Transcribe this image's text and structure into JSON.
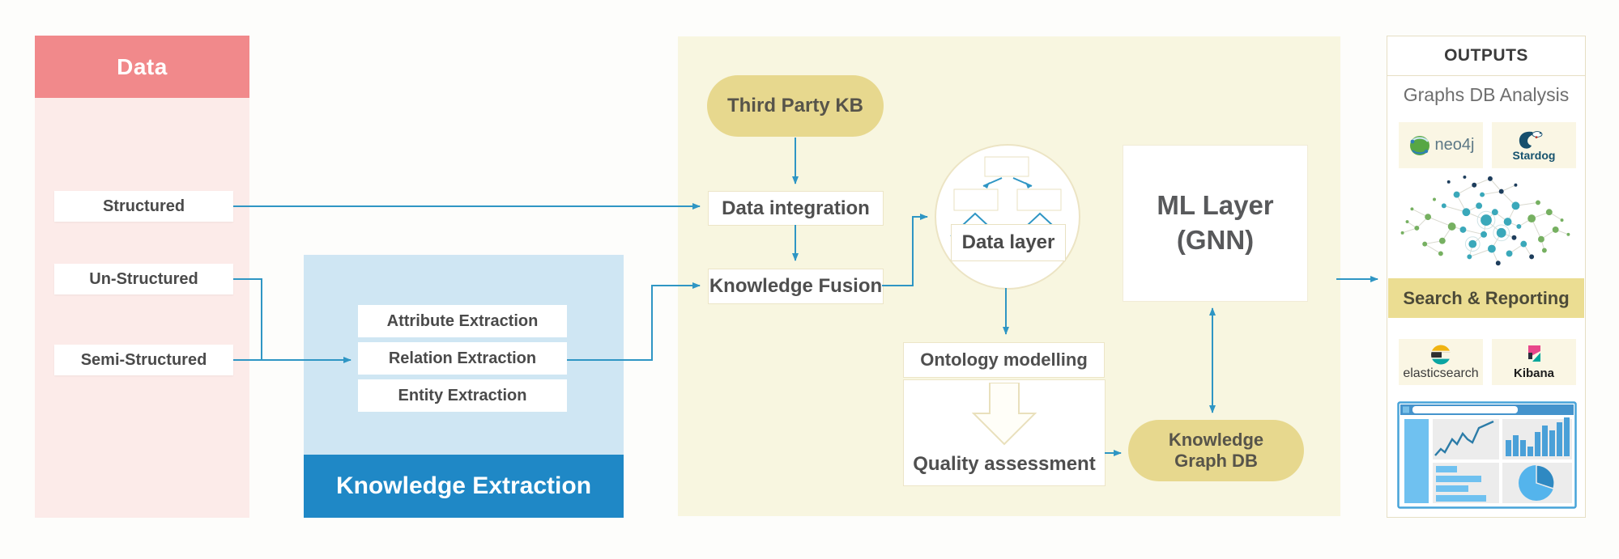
{
  "data_panel": {
    "title": "Data",
    "sources": [
      {
        "label": "Structured"
      },
      {
        "label": "Un-Structured"
      },
      {
        "label": "Semi-Structured"
      }
    ]
  },
  "knowledge_extraction": {
    "title": "Knowledge Extraction",
    "steps": [
      {
        "label": "Attribute Extraction"
      },
      {
        "label": "Relation Extraction"
      },
      {
        "label": "Entity Extraction"
      }
    ]
  },
  "pipeline": {
    "third_party_kb": "Third Party KB",
    "data_integration": "Data integration",
    "knowledge_fusion": "Knowledge Fusion",
    "data_layer": "Data layer",
    "ontology_modelling": "Ontology modelling",
    "quality_assessment": "Quality assessment",
    "ml_layer": {
      "line1": "ML Layer",
      "line2": "(GNN)"
    },
    "knowledge_graph_db": {
      "line1": "Knowledge",
      "line2": "Graph DB"
    }
  },
  "outputs": {
    "title": "OUTPUTS",
    "graphs_db_section": "Graphs DB Analysis",
    "search_reporting_section": "Search & Reporting",
    "logos": {
      "neo4j": "neo4j",
      "stardog": "Stardog",
      "elasticsearch": "elasticsearch",
      "kibana": "Kibana"
    }
  },
  "colors": {
    "data_header": "#f1898b",
    "data_body": "#fcebe9",
    "ke_body": "#cfe6f3",
    "ke_footer": "#1f88c6",
    "middle_background": "#f8f6e0",
    "pill_yellow": "#e7d88e",
    "arrow_blue": "#2f96c4",
    "search_band": "#ebdd92",
    "box_border": "#ece5c7"
  }
}
